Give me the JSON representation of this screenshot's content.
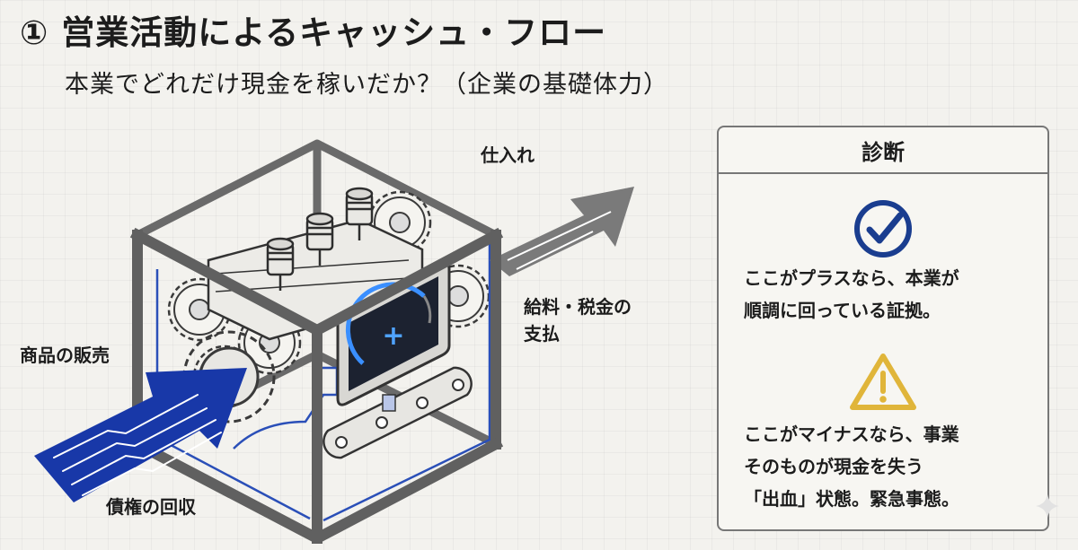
{
  "header": {
    "title": "① 営業活動によるキャッシュ・フロー",
    "subtitle": "本業でどれだけ現金を稼いだか？（企業の基礎体力）"
  },
  "diagram": {
    "labels": {
      "purchases": "仕入れ",
      "salaries_taxes": "給料・税金の\n支払",
      "sales": "商品の販売",
      "receivables": "債権の回収"
    },
    "monitor_symbol": "+",
    "icons": [
      "engine-cube",
      "inflow-arrow",
      "outflow-arrow",
      "monitor",
      "gear",
      "piston",
      "conveyor"
    ]
  },
  "diagnosis": {
    "heading": "診断",
    "positive": {
      "icon": "checkmark-circle-icon",
      "text": "ここがプラスなら、本業が\n順調に回っている証拠。"
    },
    "negative": {
      "icon": "warning-triangle-icon",
      "text": "ここがマイナスなら、事業\nそのものが現金を失う\n「出血」状態。緊急事態。"
    }
  },
  "colors": {
    "inflow": "#1838a8",
    "outflow": "#7a7a7a",
    "check": "#1a3d8f",
    "warning": "#e0b53a",
    "frame": "#666666"
  }
}
